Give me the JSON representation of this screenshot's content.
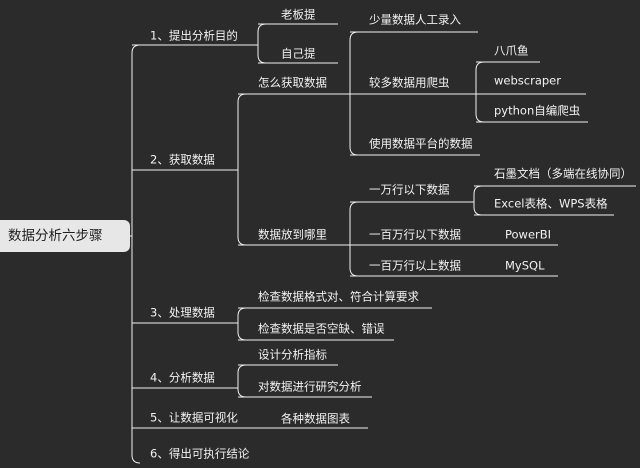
{
  "root": "数据分析六步骤",
  "steps": {
    "s1": "1、提出分析目的",
    "s2": "2、获取数据",
    "s3": "3、处理数据",
    "s4": "4、分析数据",
    "s5": "5、让数据可视化",
    "s6": "6、得出可执行结论"
  },
  "s1_children": {
    "a": "老板提",
    "b": "自己提"
  },
  "s2_children": {
    "how": "怎么获取数据",
    "where": "数据放到哪里"
  },
  "how_children": {
    "manual": "少量数据人工录入",
    "crawler": "较多数据用爬虫",
    "platform": "使用数据平台的数据"
  },
  "crawler_children": {
    "bazhuayu": "八爪鱼",
    "webscraper": "webscraper",
    "python": "python自编爬虫"
  },
  "where_children": {
    "w1": "一万行以下数据",
    "w2": "一百万行以下数据",
    "w3": "一百万行以上数据"
  },
  "w1_children": {
    "shimo": "石墨文档（多端在线协同）",
    "excel": "Excel表格、WPS表格"
  },
  "w2_child": "PowerBI",
  "w3_child": "MySQL",
  "s3_children": {
    "c1": "检查数据格式对、符合计算要求",
    "c2": "检查数据是否空缺、错误"
  },
  "s4_children": {
    "c1": "设计分析指标",
    "c2": "对数据进行研究分析"
  },
  "s5_child": "各种数据图表"
}
